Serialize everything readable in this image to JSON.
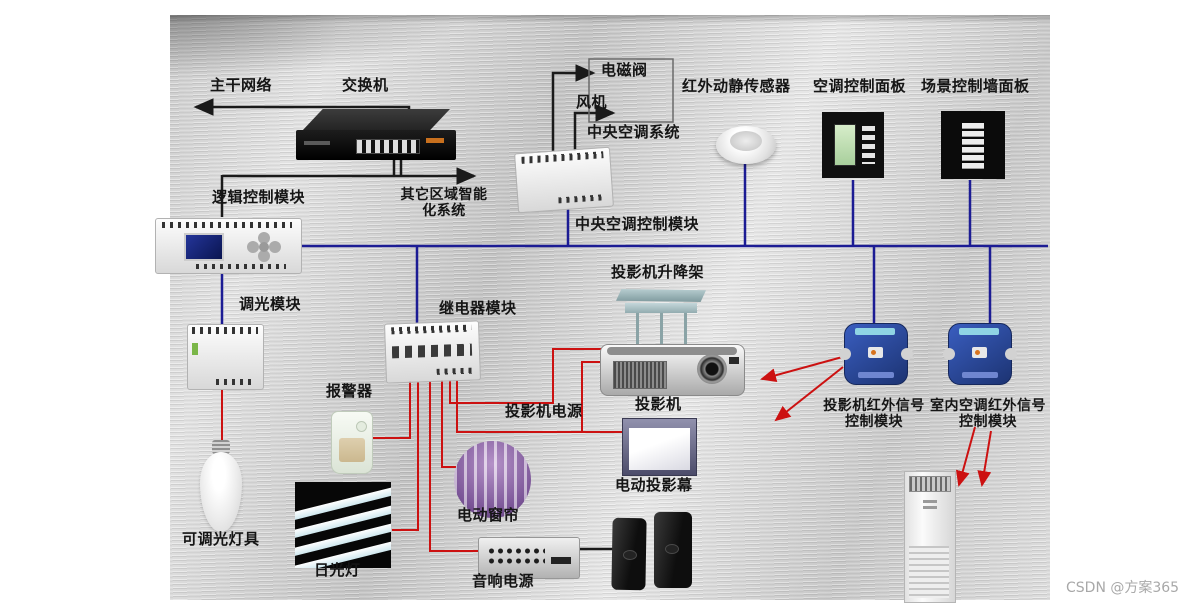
{
  "watermark": "CSDN @方案365",
  "colors": {
    "bus_line": "#1c1c94",
    "power_line": "#cc1111",
    "signal_line": "#1a1a1a",
    "ir_module_blue": "#2a4fa0",
    "lcd_green": "#bfe0b4",
    "panel_metal": "#d6d6d6"
  },
  "labels": {
    "backbone_network": "主干网络",
    "ethernet_switch": "交换机",
    "logic_control_module": "逻辑控制模块",
    "other_zone_line1": "其它区域智能",
    "other_zone_line2": "化系统",
    "solenoid_valve": "电磁阀",
    "fan": "风机",
    "central_ac_system": "中央空调系统",
    "ir_motion_sensor": "红外动静传感器",
    "ac_control_panel": "空调控制面板",
    "scene_wall_panel": "场景控制墙面板",
    "central_ac_control_module": "中央空调控制模块",
    "dimming_module": "调光模块",
    "relay_module": "继电器模块",
    "projector_lift": "投影机升降架",
    "alarm": "报警器",
    "projector_power": "投影机电源",
    "projector": "投影机",
    "motorized_screen": "电动投影幕",
    "motorized_curtain": "电动窗帘",
    "dimmable_luminaire": "可调光灯具",
    "fluorescent_lamp": "日光灯",
    "audio_power": "音响电源",
    "projector_ir_module_line1": "投影机红外信号",
    "projector_ir_module_line2": "控制模块",
    "indoor_ac_ir_module_line1": "室内空调红外信号",
    "indoor_ac_ir_module_line2": "控制模块"
  }
}
